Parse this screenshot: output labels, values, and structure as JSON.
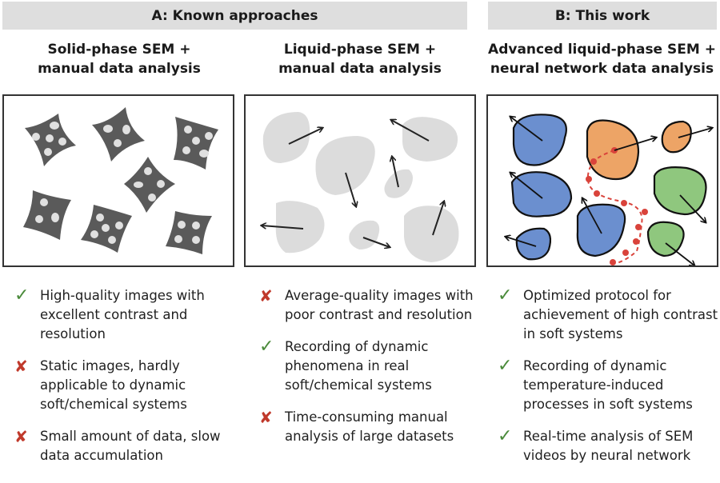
{
  "banners": {
    "a": "A: Known approaches",
    "b": "B: This work"
  },
  "columns": [
    {
      "title_line1": "Solid-phase SEM +",
      "title_line2": "manual data analysis",
      "items": [
        {
          "status": "check",
          "icon": "check-icon",
          "text": "High-quality images with excellent contrast and resolution"
        },
        {
          "status": "cross",
          "icon": "cross-icon",
          "text": "Static images, hardly applicable to dynamic soft/chemical systems"
        },
        {
          "status": "cross",
          "icon": "cross-icon",
          "text": "Small amount of data, slow data accumulation"
        }
      ]
    },
    {
      "title_line1": "Liquid-phase SEM +",
      "title_line2": "manual data analysis",
      "items": [
        {
          "status": "cross",
          "icon": "cross-icon",
          "text": "Average-quality images with poor contrast and resolution"
        },
        {
          "status": "check",
          "icon": "check-icon",
          "text": "Recording of dynamic phenomena in real soft/chemical systems"
        },
        {
          "status": "cross",
          "icon": "cross-icon",
          "text": "Time-consuming manual analysis of large datasets"
        }
      ]
    },
    {
      "title_line1": "Advanced liquid-phase SEM +",
      "title_line2": "neural network data analysis",
      "items": [
        {
          "status": "check",
          "icon": "check-icon",
          "text": "Optimized protocol for achievement of high contrast in soft systems"
        },
        {
          "status": "check",
          "icon": "check-icon",
          "text": "Recording of dynamic temperature-induced processes in soft systems"
        },
        {
          "status": "check",
          "icon": "check-icon",
          "text": "Real-time analysis of SEM videos by neural network"
        }
      ]
    }
  ],
  "symbols": {
    "check": "✓",
    "cross": "✘"
  },
  "colors": {
    "banner_bg": "#dedede",
    "solid_particle": "#5a5a5a",
    "solid_spot": "#e0e0e0",
    "liquid_blob": "#dcdcdc",
    "blue": "#6b8fcf",
    "orange": "#eda466",
    "green": "#8fc77e",
    "track_red": "#d9433b",
    "check_green": "#4a8a3a",
    "cross_red": "#c0392b"
  }
}
